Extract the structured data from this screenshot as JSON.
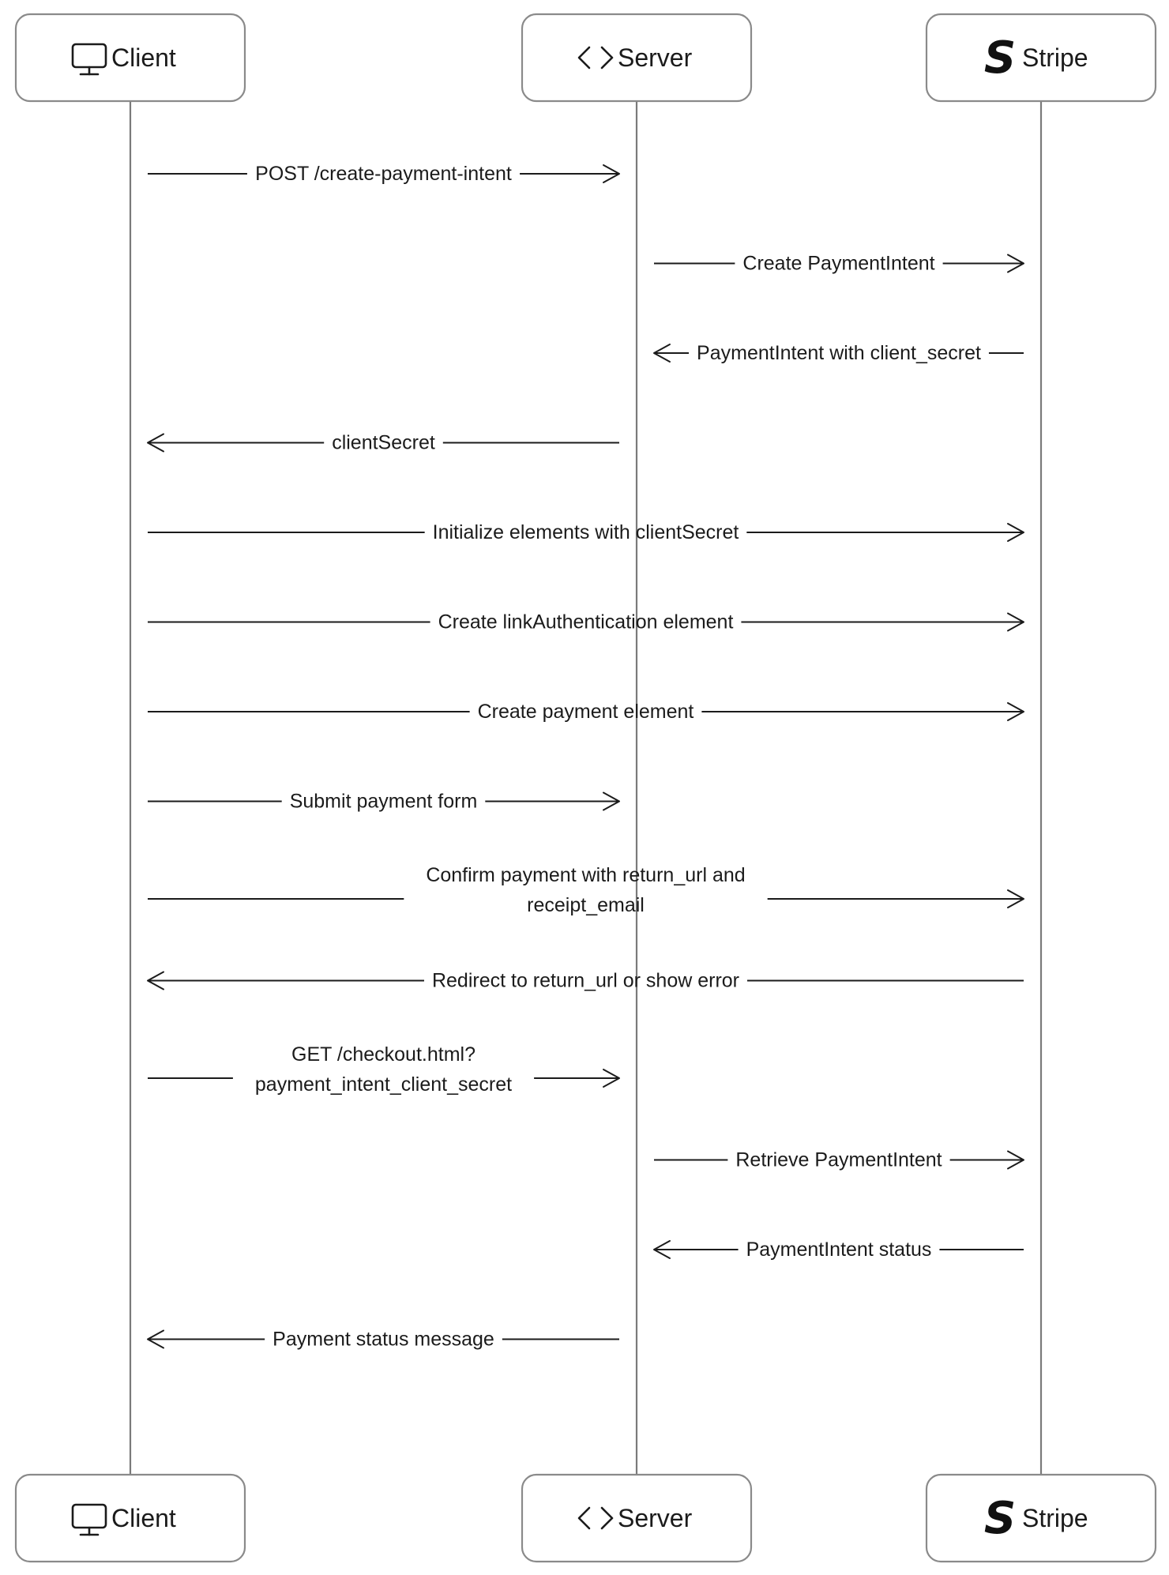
{
  "participants": [
    {
      "id": "client",
      "label": "Client",
      "icon": "monitor-icon"
    },
    {
      "id": "server",
      "label": "Server",
      "icon": "code-icon"
    },
    {
      "id": "stripe",
      "label": "Stripe",
      "icon": "stripe-logo-icon"
    }
  ],
  "messages": [
    {
      "from": "client",
      "to": "server",
      "lines": [
        "POST /create-payment-intent"
      ]
    },
    {
      "from": "server",
      "to": "stripe",
      "lines": [
        "Create PaymentIntent"
      ]
    },
    {
      "from": "stripe",
      "to": "server",
      "lines": [
        "PaymentIntent with client_secret"
      ]
    },
    {
      "from": "server",
      "to": "client",
      "lines": [
        "clientSecret"
      ]
    },
    {
      "from": "client",
      "to": "stripe",
      "lines": [
        "Initialize elements with clientSecret"
      ]
    },
    {
      "from": "client",
      "to": "stripe",
      "lines": [
        "Create linkAuthentication element"
      ]
    },
    {
      "from": "client",
      "to": "stripe",
      "lines": [
        "Create payment element"
      ]
    },
    {
      "from": "client",
      "to": "server",
      "lines": [
        "Submit payment form"
      ]
    },
    {
      "from": "client",
      "to": "stripe",
      "lines": [
        "Confirm payment with return_url and",
        "receipt_email"
      ]
    },
    {
      "from": "stripe",
      "to": "client",
      "lines": [
        "Redirect to return_url or show error"
      ]
    },
    {
      "from": "client",
      "to": "server",
      "lines": [
        "GET /checkout.html?",
        "payment_intent_client_secret"
      ]
    },
    {
      "from": "server",
      "to": "stripe",
      "lines": [
        "Retrieve PaymentIntent"
      ]
    },
    {
      "from": "stripe",
      "to": "server",
      "lines": [
        "PaymentIntent status"
      ]
    },
    {
      "from": "server",
      "to": "client",
      "lines": [
        "Payment status message"
      ]
    }
  ]
}
